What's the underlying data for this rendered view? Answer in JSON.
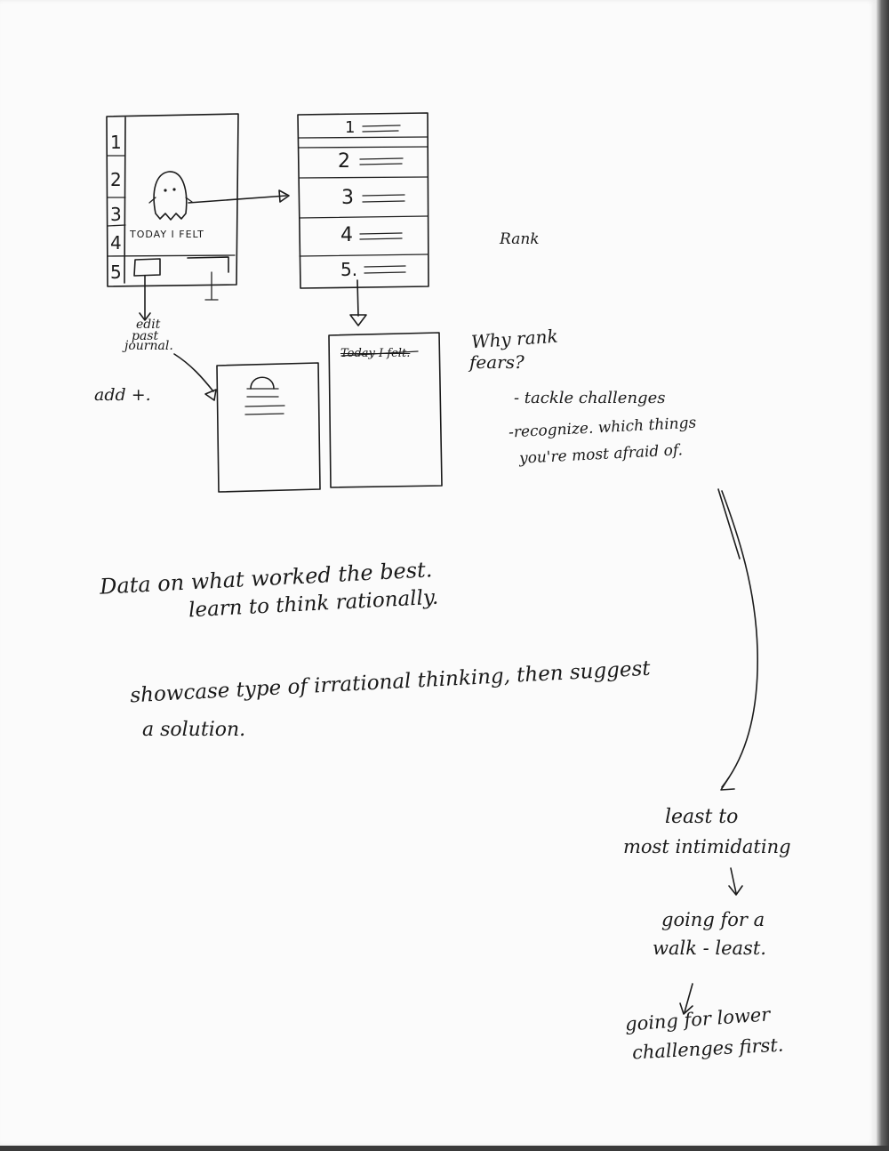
{
  "sketch": {
    "phone_main": {
      "sidebar_numbers": [
        "1",
        "2",
        "3",
        "4",
        "5"
      ],
      "mood_caption": "TODAY I FELT"
    },
    "rank_list": {
      "rows": [
        "1",
        "2",
        "3",
        "4",
        "5."
      ]
    },
    "label_edit": "edit",
    "label_past": "past",
    "label_journal": "journal.",
    "label_add": "add +.",
    "label_rank": "Rank",
    "journal_screen_title": "Today I felt."
  },
  "notes": {
    "why_rank_line1": "Why rank",
    "why_rank_line2": "fears?",
    "reason1": "- tackle challenges",
    "reason2_line1": "-recognize. which things",
    "reason2_line2": "you're most afraid of.",
    "data_line1": "Data on what worked the best.",
    "data_line2": "learn to think rationally.",
    "showcase_line1": "showcase type of irrational thinking, then suggest",
    "showcase_line2": "a solution.",
    "least_line1": "least to",
    "least_line2": "most intimidating",
    "going_line1": "going for a",
    "going_line2": "walk - least.",
    "lower_line1": "going for lower",
    "lower_line2": "challenges first."
  }
}
